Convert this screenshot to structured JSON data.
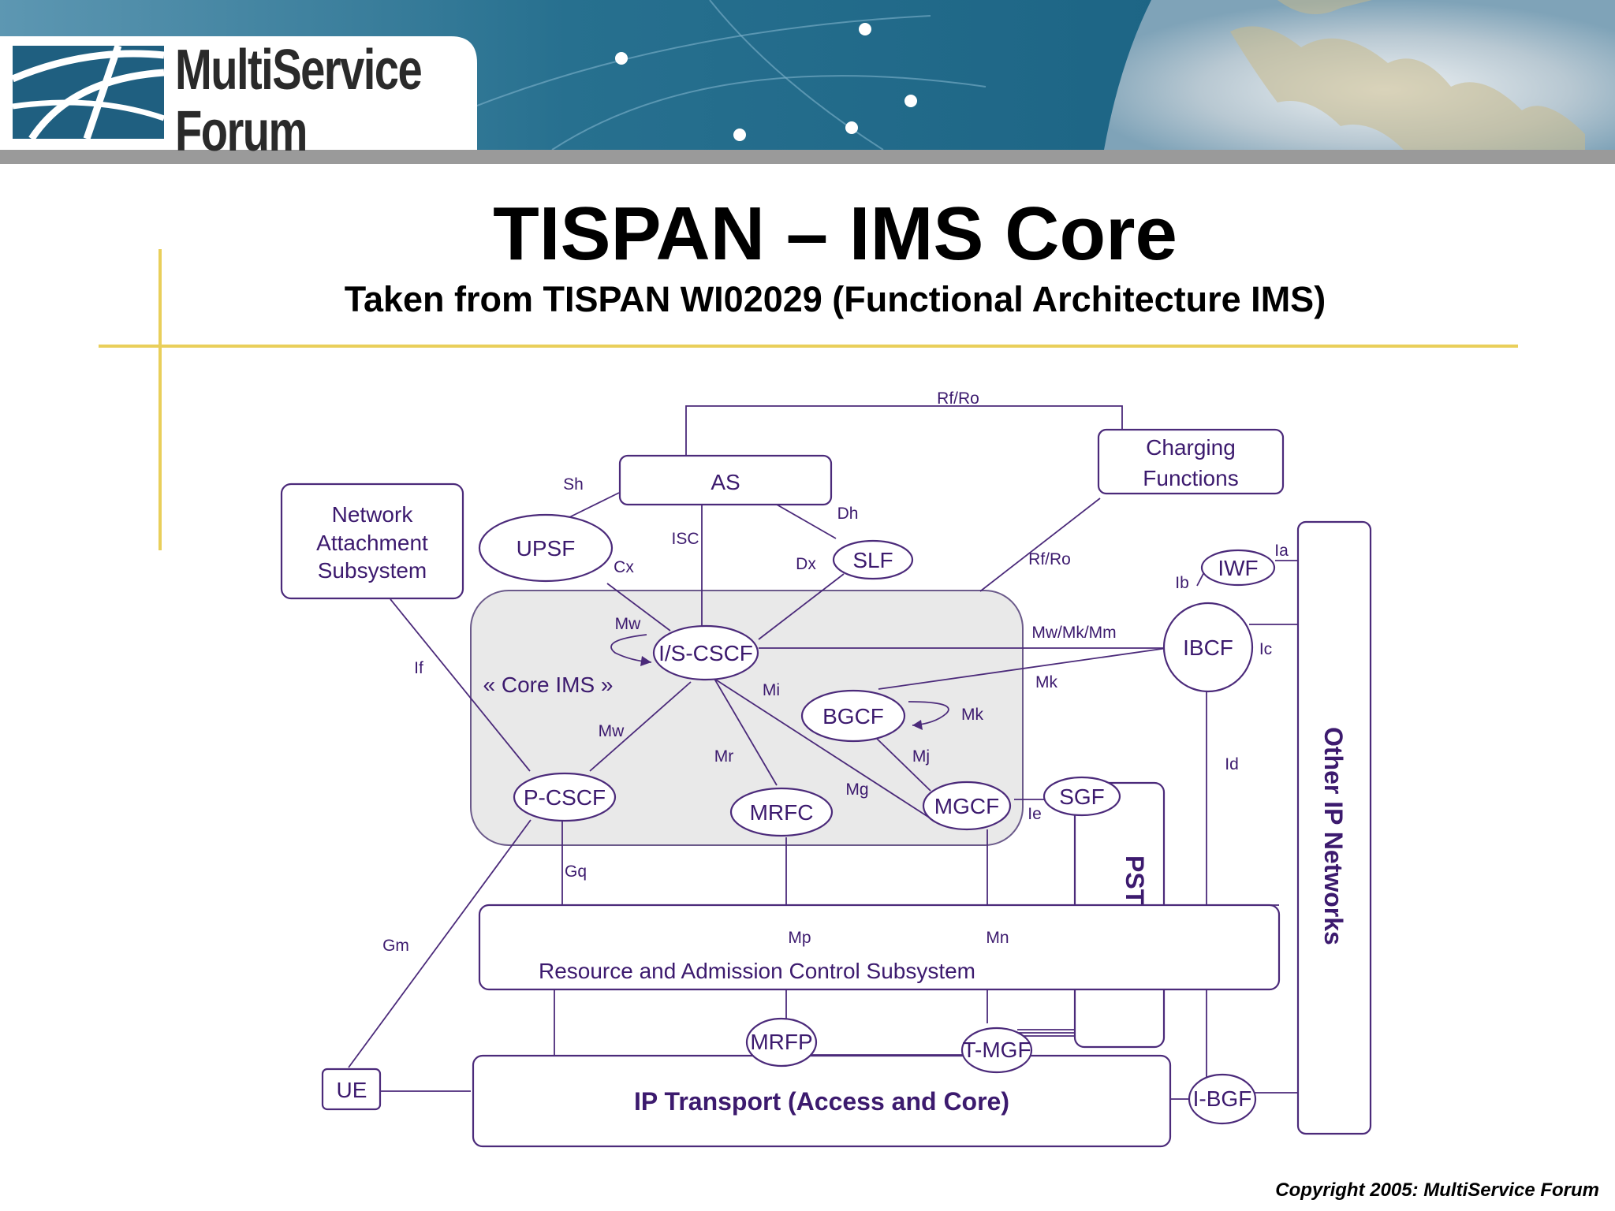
{
  "header": {
    "logo_line1": "MultiService",
    "logo_line2": "Forum"
  },
  "title": "TISPAN – IMS Core",
  "subtitle": "Taken from TISPAN WI02029 (Functional Architecture IMS)",
  "copyright": "Copyright 2005:  MultiService Forum",
  "diagram": {
    "nodes": {
      "as": "AS",
      "charging_1": "Charging",
      "charging_2": "Functions",
      "nass_1": "Network",
      "nass_2": "Attachment",
      "nass_3": "Subsystem",
      "upsf": "UPSF",
      "slf": "SLF",
      "iwf": "IWF",
      "ibcf": "IBCF",
      "iscscf": "I/S-CSCF",
      "core_ims": "« Core IMS »",
      "bgcf": "BGCF",
      "pcscf": "P-CSCF",
      "mrfc": "MRFC",
      "mgcf": "MGCF",
      "sgf": "SGF",
      "racs": "Resource and Admission Control Subsystem",
      "mrfp": "MRFP",
      "tmgf": "T-MGF",
      "ue": "UE",
      "ip_transport": "IP Transport (Access and Core)",
      "ibgf": "I-BGF",
      "pstn": "PSTN/ISDN",
      "other_ip": "Other IP Networks"
    },
    "interfaces": {
      "rf_ro_top": "Rf/Ro",
      "sh": "Sh",
      "dh": "Dh",
      "isc": "ISC",
      "cx": "Cx",
      "dx": "Dx",
      "rf_ro_side": "Rf/Ro",
      "ia": "Ia",
      "ib": "Ib",
      "ic": "Ic",
      "id": "Id",
      "mw_loop": "Mw",
      "mw_mk_mm": "Mw/Mk/Mm",
      "mk_upper": "Mk",
      "mi": "Mi",
      "mk_loop": "Mk",
      "if": "If",
      "mw_lower": "Mw",
      "mr": "Mr",
      "mj": "Mj",
      "mg": "Mg",
      "ie": "Ie",
      "gq": "Gq",
      "gm": "Gm",
      "mp": "Mp",
      "mn": "Mn"
    }
  }
}
